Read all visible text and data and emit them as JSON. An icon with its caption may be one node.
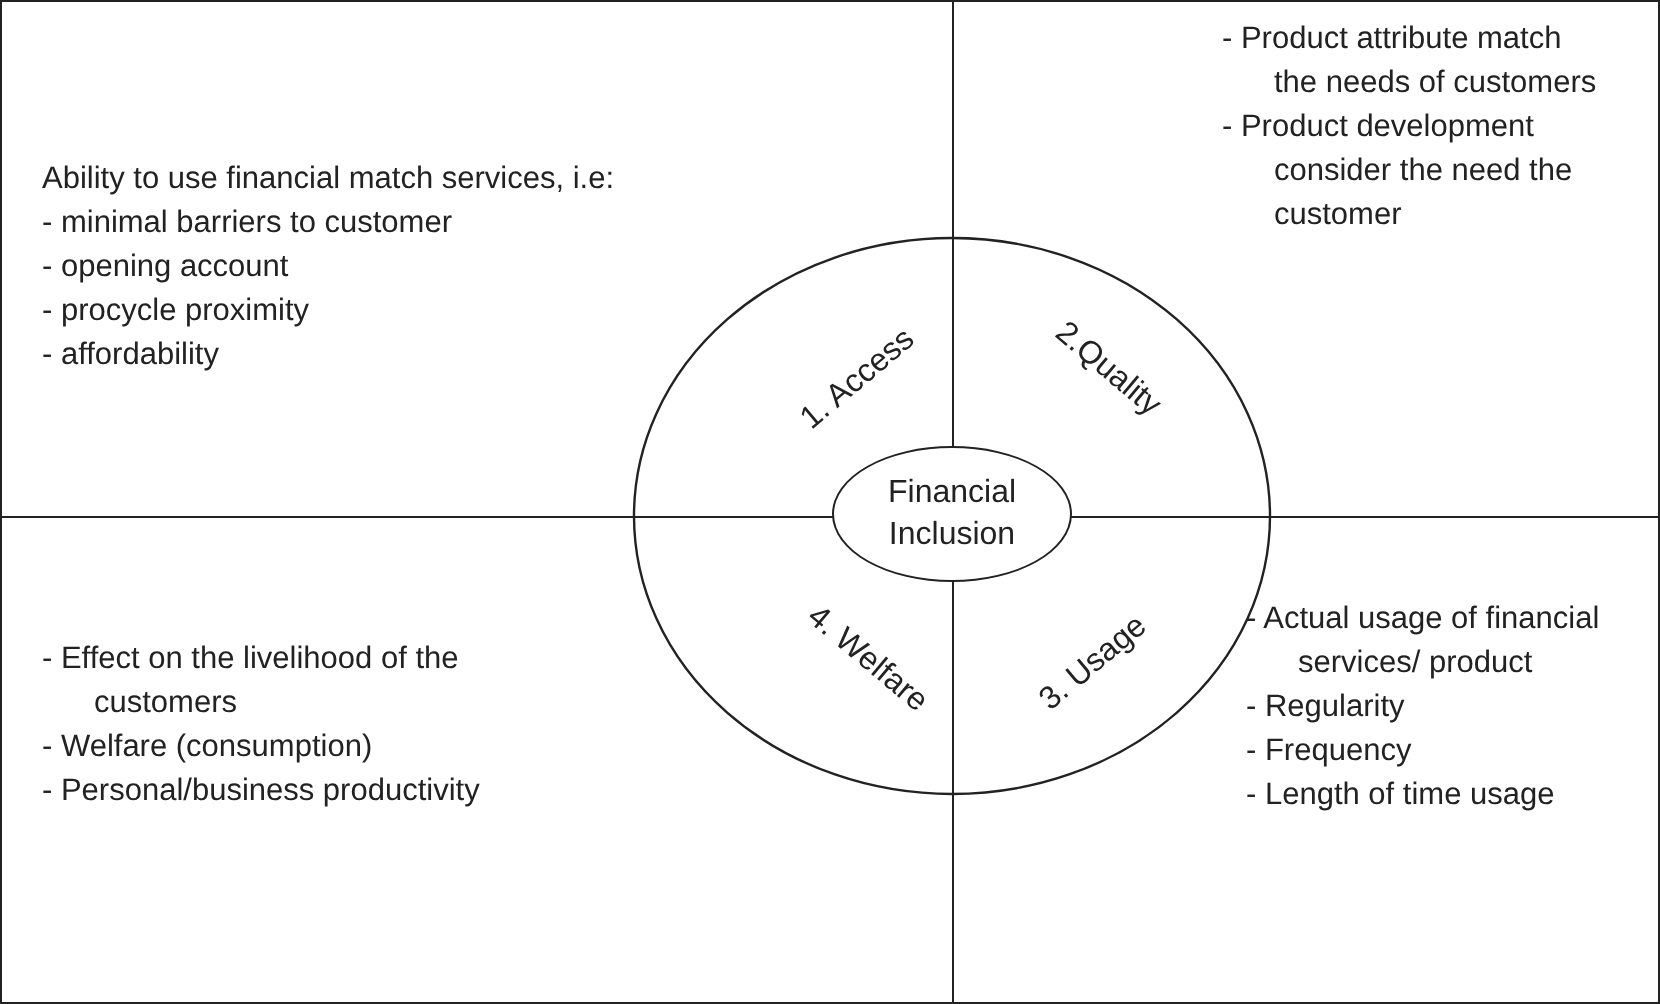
{
  "diagram": {
    "nodes": [
      {
        "text": [
          "Ability to use financial match services, i.e:",
          "- minimal barriers to customer",
          "- opening account",
          "- procycle proximity",
          "- affordability",
          "1. Access"
        ]
      },
      {
        "text": [
          "- Product attribute match the needs of customers",
          "- Product development consider the need the customer",
          "2.Quality"
        ]
      },
      {
        "text": [
          "- Effect on the livelihood  of the customers",
          "- Welfare (consumption)",
          "- Personal/business productivity",
          "4. Welfare"
        ]
      },
      {
        "text": [
          "- Actual usage of financial services/ product",
          "- Regularity",
          "- Frequency",
          "- Length of time usage",
          "3. Usage"
        ]
      },
      {
        "text": [
          "Financial Inclusion"
        ]
      }
    ],
    "edges": []
  }
}
